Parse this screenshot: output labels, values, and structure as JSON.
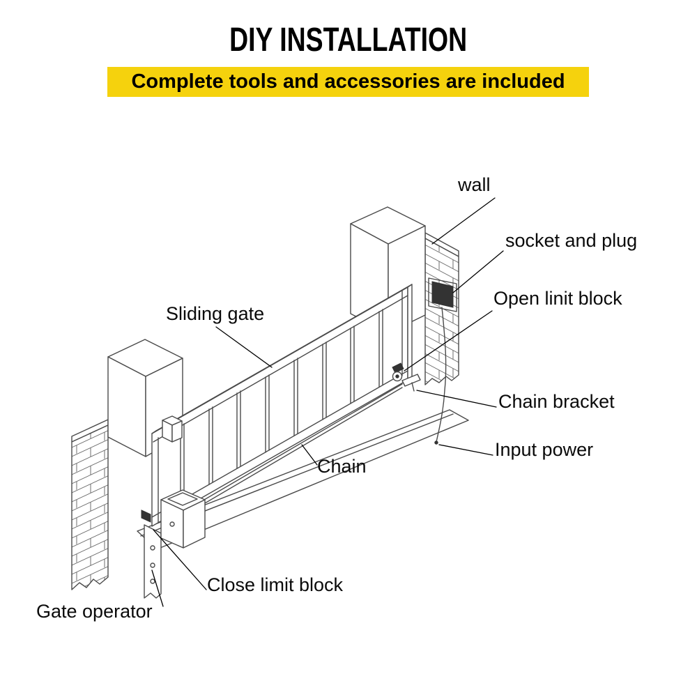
{
  "header": {
    "title": "DIY INSTALLATION",
    "banner": "Complete tools and accessories are included"
  },
  "diagram": {
    "labels": [
      {
        "id": "wall",
        "text": "wall"
      },
      {
        "id": "socket-and-plug",
        "text": "socket and plug"
      },
      {
        "id": "open-limit-block",
        "text": "Open linit block"
      },
      {
        "id": "chain-bracket",
        "text": "Chain bracket"
      },
      {
        "id": "input-power",
        "text": "Input power"
      },
      {
        "id": "sliding-gate",
        "text": "Sliding gate"
      },
      {
        "id": "chain",
        "text": "Chain"
      },
      {
        "id": "close-limit-block",
        "text": "Close limit block"
      },
      {
        "id": "gate-operator",
        "text": "Gate operator"
      }
    ]
  },
  "colors": {
    "banner_bg": "#F5D20D",
    "line": "#4a4a4a",
    "text": "#000000"
  }
}
